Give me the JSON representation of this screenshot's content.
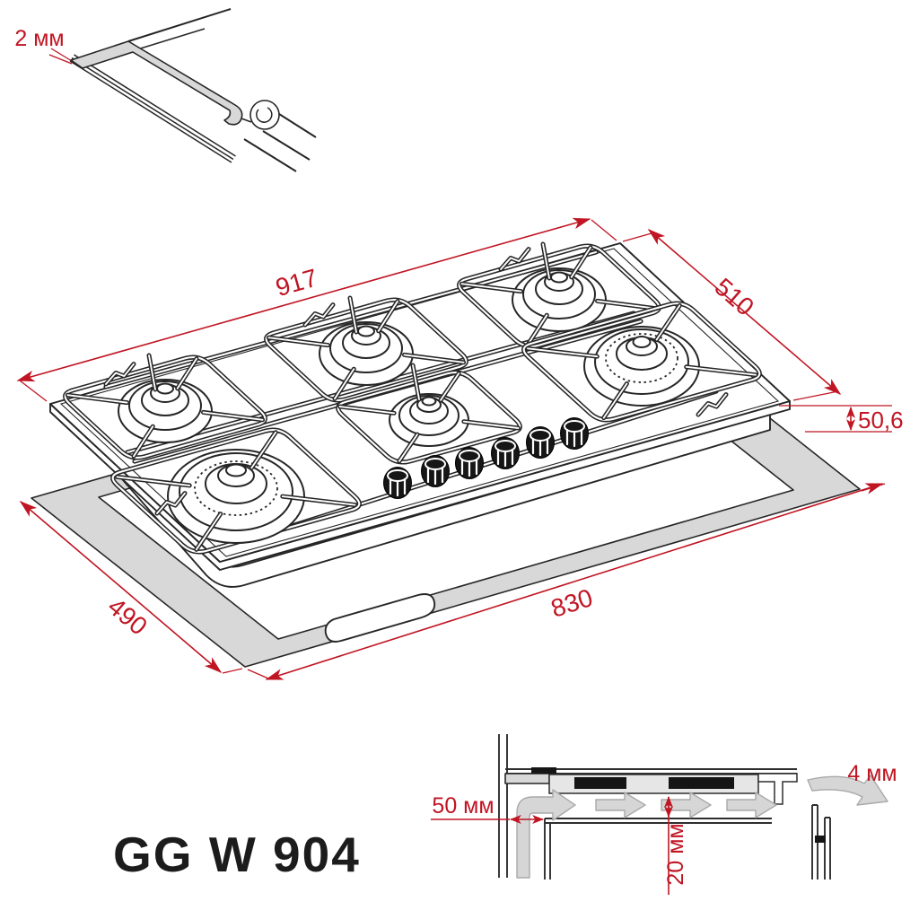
{
  "model_label": "GG W 904",
  "edge_detail": {
    "label": "2 мм"
  },
  "hob": {
    "burner_count": 6,
    "knob_count": 6,
    "dimensions": {
      "width_mm": "917",
      "depth_mm": "510",
      "installed_height_mm": "50,6"
    }
  },
  "cutout": {
    "width_mm": "830",
    "depth_mm": "490"
  },
  "installation": {
    "wall_clearance": "50 мм",
    "under_clearance": "20 мм",
    "rear_gap": "4 мм"
  },
  "colors": {
    "dimension_red": "#c01523",
    "line_black": "#262626",
    "fill_gray": "#d8d8d8",
    "model_color": "#1c1c1c"
  }
}
